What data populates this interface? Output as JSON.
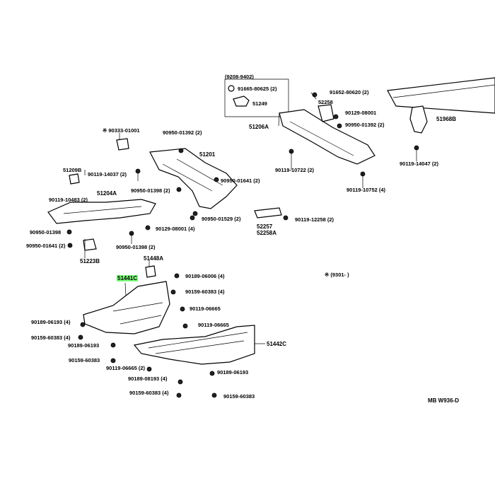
{
  "labels": {
    "frame_9208_9402": "(9208-9402)",
    "p_91665_80625": "91665-80625 (2)",
    "p_51249": "51249",
    "p_91652_80620": "91652-80620 (2)",
    "p_52258": "52258",
    "p_90129_08001_top": "90129-08001",
    "p_90950_01392_top": "90950-01392 (2)",
    "p_51206A": "51206A",
    "p_51968B": "51968B",
    "p_90119_10722": "90119-10722 (2)",
    "p_90119_14047": "90119-14047 (2)",
    "p_90119_10752": "90119-10752 (4)",
    "p_90333_01001": "※ 90333-01001",
    "p_90950_01392_mid": "90950-01392 (2)",
    "p_51201": "51201",
    "p_51209B": "51209B",
    "p_90119_14037": "90119-14037 (2)",
    "p_90950_01641_right": "90950-01641 (2)",
    "p_90119_10483": "90119-10483 (2)",
    "p_51204A": "51204A",
    "p_90950_01398_mid": "90950-01398 (2)",
    "p_90950_01529": "90950-01529 (2)",
    "p_52257": "52257",
    "p_52258A": "52258A",
    "p_90119_12258": "90119-12258 (2)",
    "p_90950_01398_left": "90950-01398",
    "p_90129_08001_mid": "90129-08001 (4)",
    "p_90950_01641_left": "90950-01641 (2)",
    "p_90950_01398_bot": "90950-01398 (2)",
    "p_51223B": "51223B",
    "p_51448A": "51448A",
    "p_51441C": "51441C",
    "p_90189_06006": "90189-06006 (4)",
    "p_90159_60383_top": "90159-60383 (4)",
    "note_9301": "※ (9301-       )",
    "p_90119_06665_a": "90119-06665",
    "p_90119_06665_b": "90119-06665",
    "p_90189_06193_left": "90189-06193 (4)",
    "p_51442C": "51442C",
    "p_90159_60383_left": "90159-60383 (4)",
    "p_90189_06193_mid": "90189-06193",
    "p_90159_60383_mid": "90159-60383",
    "p_90119_06665_c": "90119-06665 (2)",
    "p_90189_06193_right": "90189-06193",
    "p_90189_08193_bot": "90189-08193 (4)",
    "p_90159_60383_bot": "90159-60383 (4)",
    "p_90159_60383_right": "90159-60383",
    "diagram_code": "MB W936-D"
  }
}
